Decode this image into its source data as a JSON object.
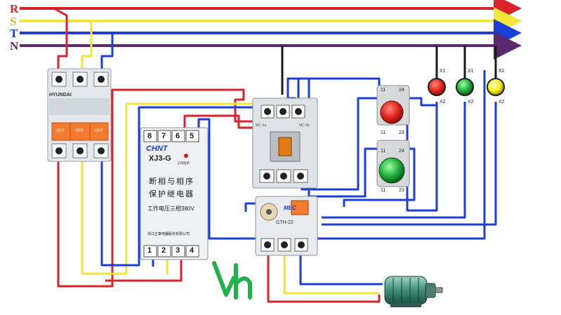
{
  "buses": [
    {
      "label": "R",
      "color": "#d8232a"
    },
    {
      "label": "S",
      "color": "#e0b82a"
    },
    {
      "label": "T",
      "color": "#1b3fd6"
    },
    {
      "label": "N",
      "color": "#5a2a6e"
    }
  ],
  "colors": {
    "red": "#d8232a",
    "yellow": "#f2e63a",
    "blue": "#1b3fd6",
    "neutral": "#5a2a6e",
    "black": "#1a1a1a",
    "device_gray": "#d9dde2",
    "breaker_orange": "#f47a2e",
    "logo_green": "#22b14c"
  },
  "breaker": {
    "brand": "HYUNDAI",
    "off_labels": [
      "OFF",
      "OFF",
      "OFF"
    ]
  },
  "relay": {
    "brand": "CHNT",
    "model": "XJ3-G",
    "indicator_label": "工作指示",
    "line1": "断相与相序",
    "line2": "保护继电器",
    "spec": "工作电压三相380V",
    "maker": "浙江正泰电器股份有限公司",
    "top_terminals": [
      "8",
      "7",
      "6",
      "5"
    ],
    "bottom_terminals": [
      "1",
      "2",
      "3",
      "4"
    ]
  },
  "contactor": {
    "labels": [
      "MC-9a",
      "MC-9b"
    ]
  },
  "overload": {
    "brand": "MEC",
    "model": "GTH-22"
  },
  "buttons": [
    {
      "color": "red",
      "top_left": "11",
      "top_right": "24",
      "bottom_left": "11",
      "bottom_right": "23"
    },
    {
      "color": "green",
      "top_left": "11",
      "top_right": "24",
      "bottom_left": "11",
      "bottom_right": "23"
    }
  ],
  "lamps": [
    {
      "color": "red",
      "top": "X1",
      "bottom": "X2"
    },
    {
      "color": "green",
      "top": "X1",
      "bottom": "X2"
    },
    {
      "color": "yellow",
      "top": "X1",
      "bottom": "X2"
    }
  ],
  "logo": {
    "mark": "Vh"
  }
}
